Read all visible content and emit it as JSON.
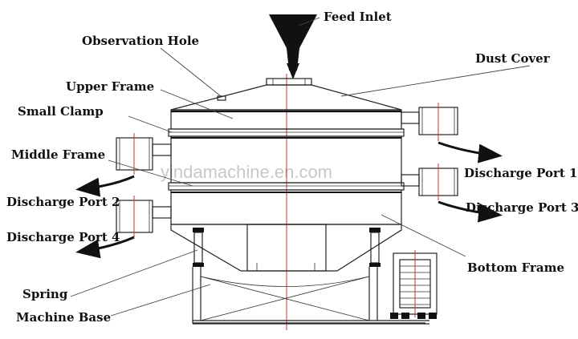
{
  "labels": {
    "feed_inlet": "Feed Inlet",
    "observation_hole": "Observation Hole",
    "dust_cover": "Dust Cover",
    "upper_frame": "Upper Frame",
    "small_clamp": "Small Clamp",
    "middle_frame": "Middle Frame",
    "discharge_port_1": "Discharge Port 1",
    "discharge_port_2": "Discharge Port 2",
    "discharge_port_3": "Discharge Port 3",
    "discharge_port_4": "Discharge Port 4",
    "bottom_frame": "Bottom Frame",
    "spring": "Spring",
    "machine_base": "Machine Base"
  },
  "watermark": "yindamachine.en.com"
}
